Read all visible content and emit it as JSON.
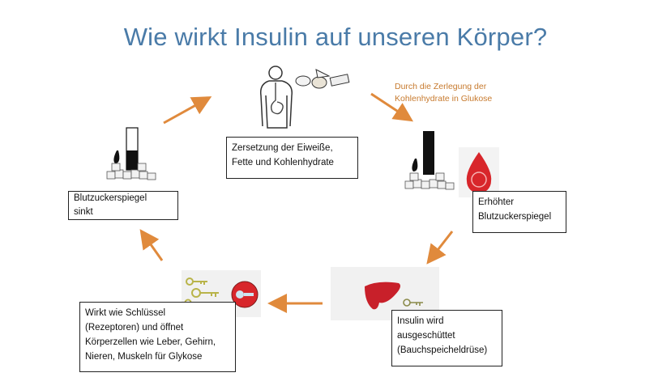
{
  "title": "Wie wirkt Insulin auf unseren Körper?",
  "note": {
    "line1": "Durch die Zerlegung der",
    "line2": "Kohlenhydrate in Glukose"
  },
  "boxes": {
    "decomposition": {
      "line1": "Zersetzung der Eiweiße,",
      "line2": "Fette und Kohlenhydrate"
    },
    "raised": {
      "line1": "Erhöhter",
      "line2": "Blutzuckerspiegel"
    },
    "insulin": {
      "line1": "Insulin wird",
      "line2": "ausgeschüttet",
      "line3": "(Bauchspeicheldrüse)"
    },
    "keys": {
      "line1": "Wirkt wie Schlüssel",
      "line2": "(Rezeptoren) und öffnet",
      "line3": "Körperzellen wie Leber, Gehirn,",
      "line4": "Nieren, Muskeln für Glykose"
    },
    "sinks": {
      "line1": "Blutzuckerspiegel",
      "line2": "sinkt"
    }
  },
  "colors": {
    "title": "#4a7ba8",
    "arrow": "#e08a3c",
    "note": "#c77a2e",
    "blood": "#d8262b",
    "liver": "#c8202a",
    "key": "#b9b44a"
  },
  "icons": [
    "human-body-icon",
    "food-icon",
    "sugar-level-low-icon",
    "sugar-level-high-icon",
    "blood-drop-icon",
    "liver-icon",
    "key-icon",
    "cell-lock-icon"
  ]
}
